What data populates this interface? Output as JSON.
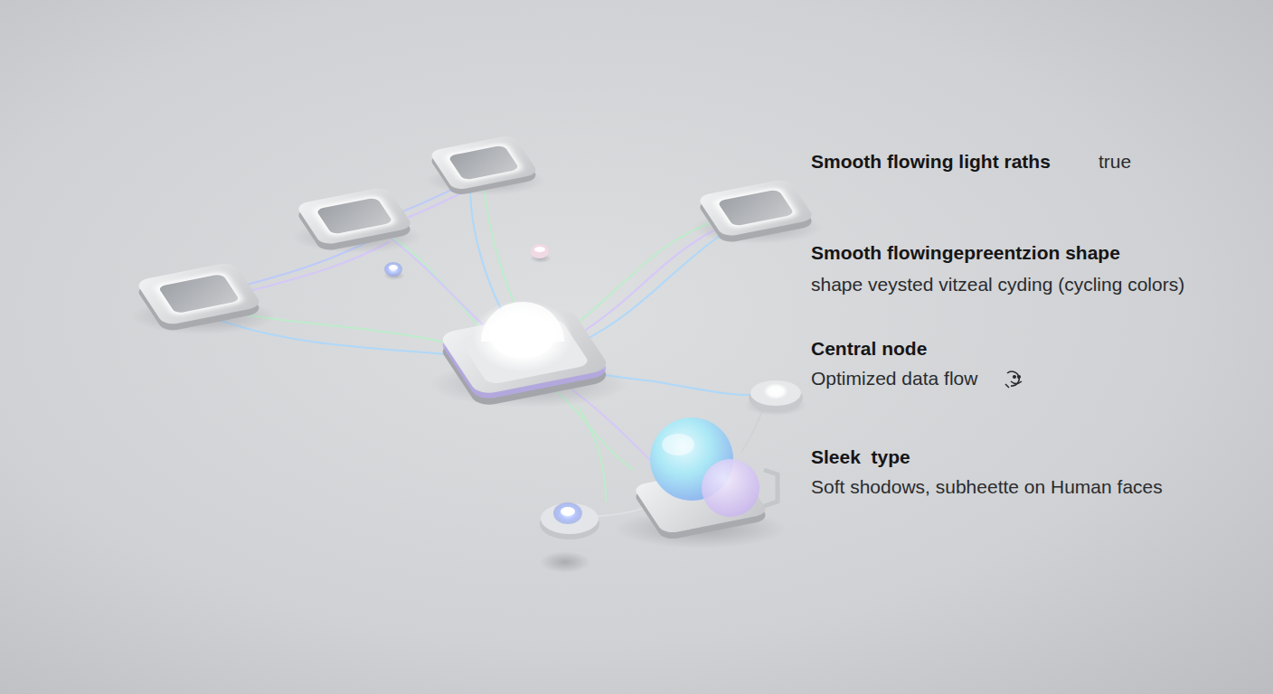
{
  "diagram": {
    "labels": [
      "Smooth flowing light raths",
      "true",
      "Smooth flowingepreentzion shape",
      "shape veysted vitzeal cyding (cycling colors)",
      "Central node",
      "Optimized data flow",
      "Sleek  type",
      "Soft shodows, subheette on Human faces"
    ]
  }
}
